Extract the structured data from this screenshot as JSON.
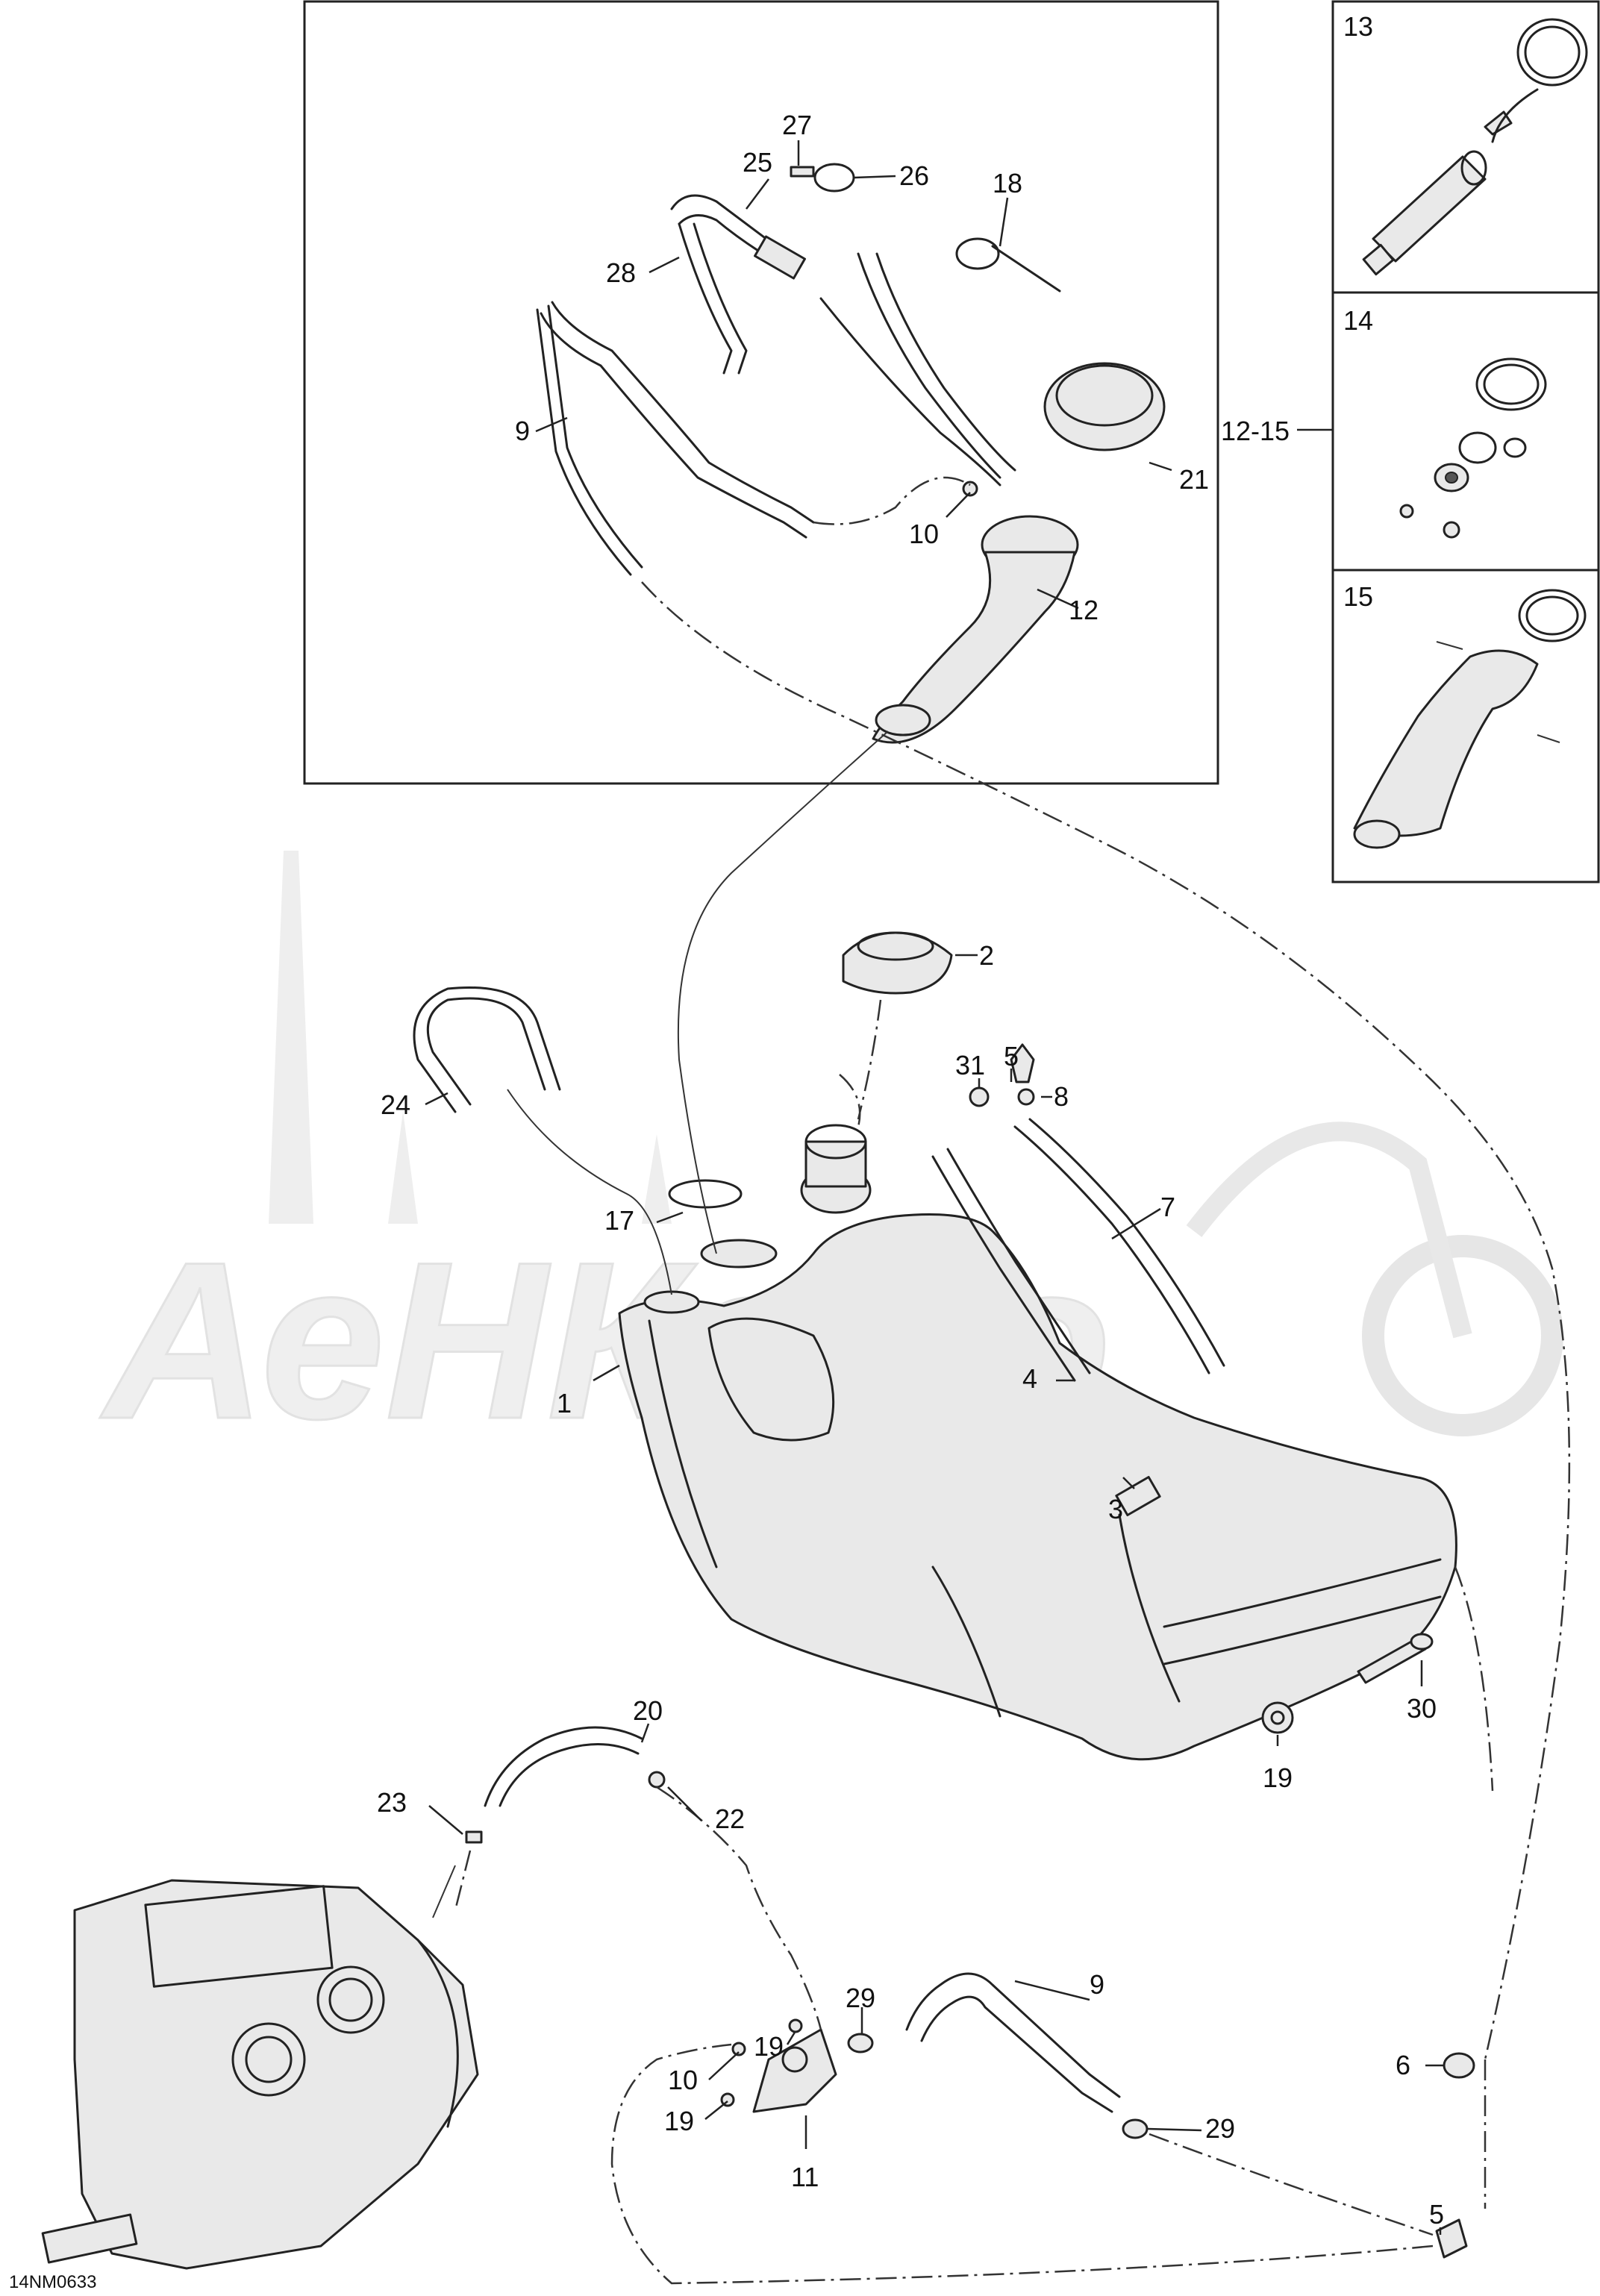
{
  "watermark": {
    "text": "АеНКамо"
  },
  "drawing_code": "14NM0633",
  "panels": {
    "detail_top": {
      "label": ""
    },
    "inset_13": {
      "label": "13"
    },
    "inset_14": {
      "label": "14"
    },
    "inset_15": {
      "label": "15"
    }
  },
  "callouts": {
    "c1": "1",
    "c2": "2",
    "c3": "3",
    "c4": "4",
    "c5a": "5",
    "c5b": "5",
    "c6": "6",
    "c7": "7",
    "c8": "8",
    "c9a": "9",
    "c9b": "9",
    "c10a": "10",
    "c10b": "10",
    "c11": "11",
    "c12": "12",
    "c12_15": "12-15",
    "c17": "17",
    "c18": "18",
    "c19a": "19",
    "c19b": "19",
    "c19c": "19",
    "c20": "20",
    "c21": "21",
    "c22": "22",
    "c23": "23",
    "c24": "24",
    "c25": "25",
    "c26": "26",
    "c27": "27",
    "c28": "28",
    "c29a": "29",
    "c29b": "29",
    "c30": "30",
    "c31": "31"
  }
}
